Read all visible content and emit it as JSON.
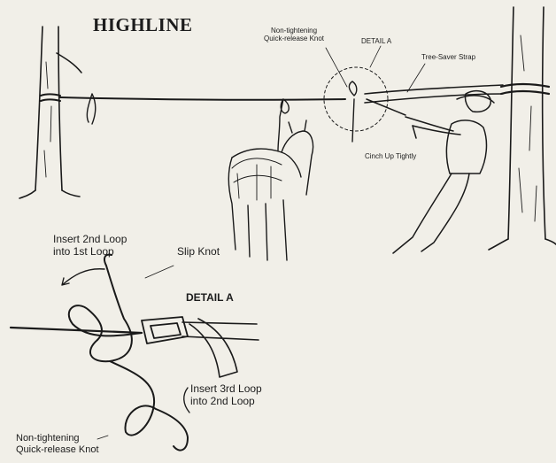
{
  "title": "HIGHLINE",
  "top_labels": {
    "knot_callout": "Non-tightening\nQuick-release Knot",
    "detail_callout": "DETAIL A",
    "strap_callout": "Tree-Saver Strap",
    "cinch_callout": "Cinch Up Tightly"
  },
  "detail_labels": {
    "heading": "DETAIL A",
    "step_2": "Insert 2nd Loop\ninto 1st Loop",
    "slip_knot": "Slip Knot",
    "step_3": "Insert 3rd Loop\ninto 2nd Loop",
    "knot_name": "Non-tightening\nQuick-release Knot"
  },
  "colors": {
    "paper": "#f1efe8",
    "ink": "#1a1a1a"
  }
}
